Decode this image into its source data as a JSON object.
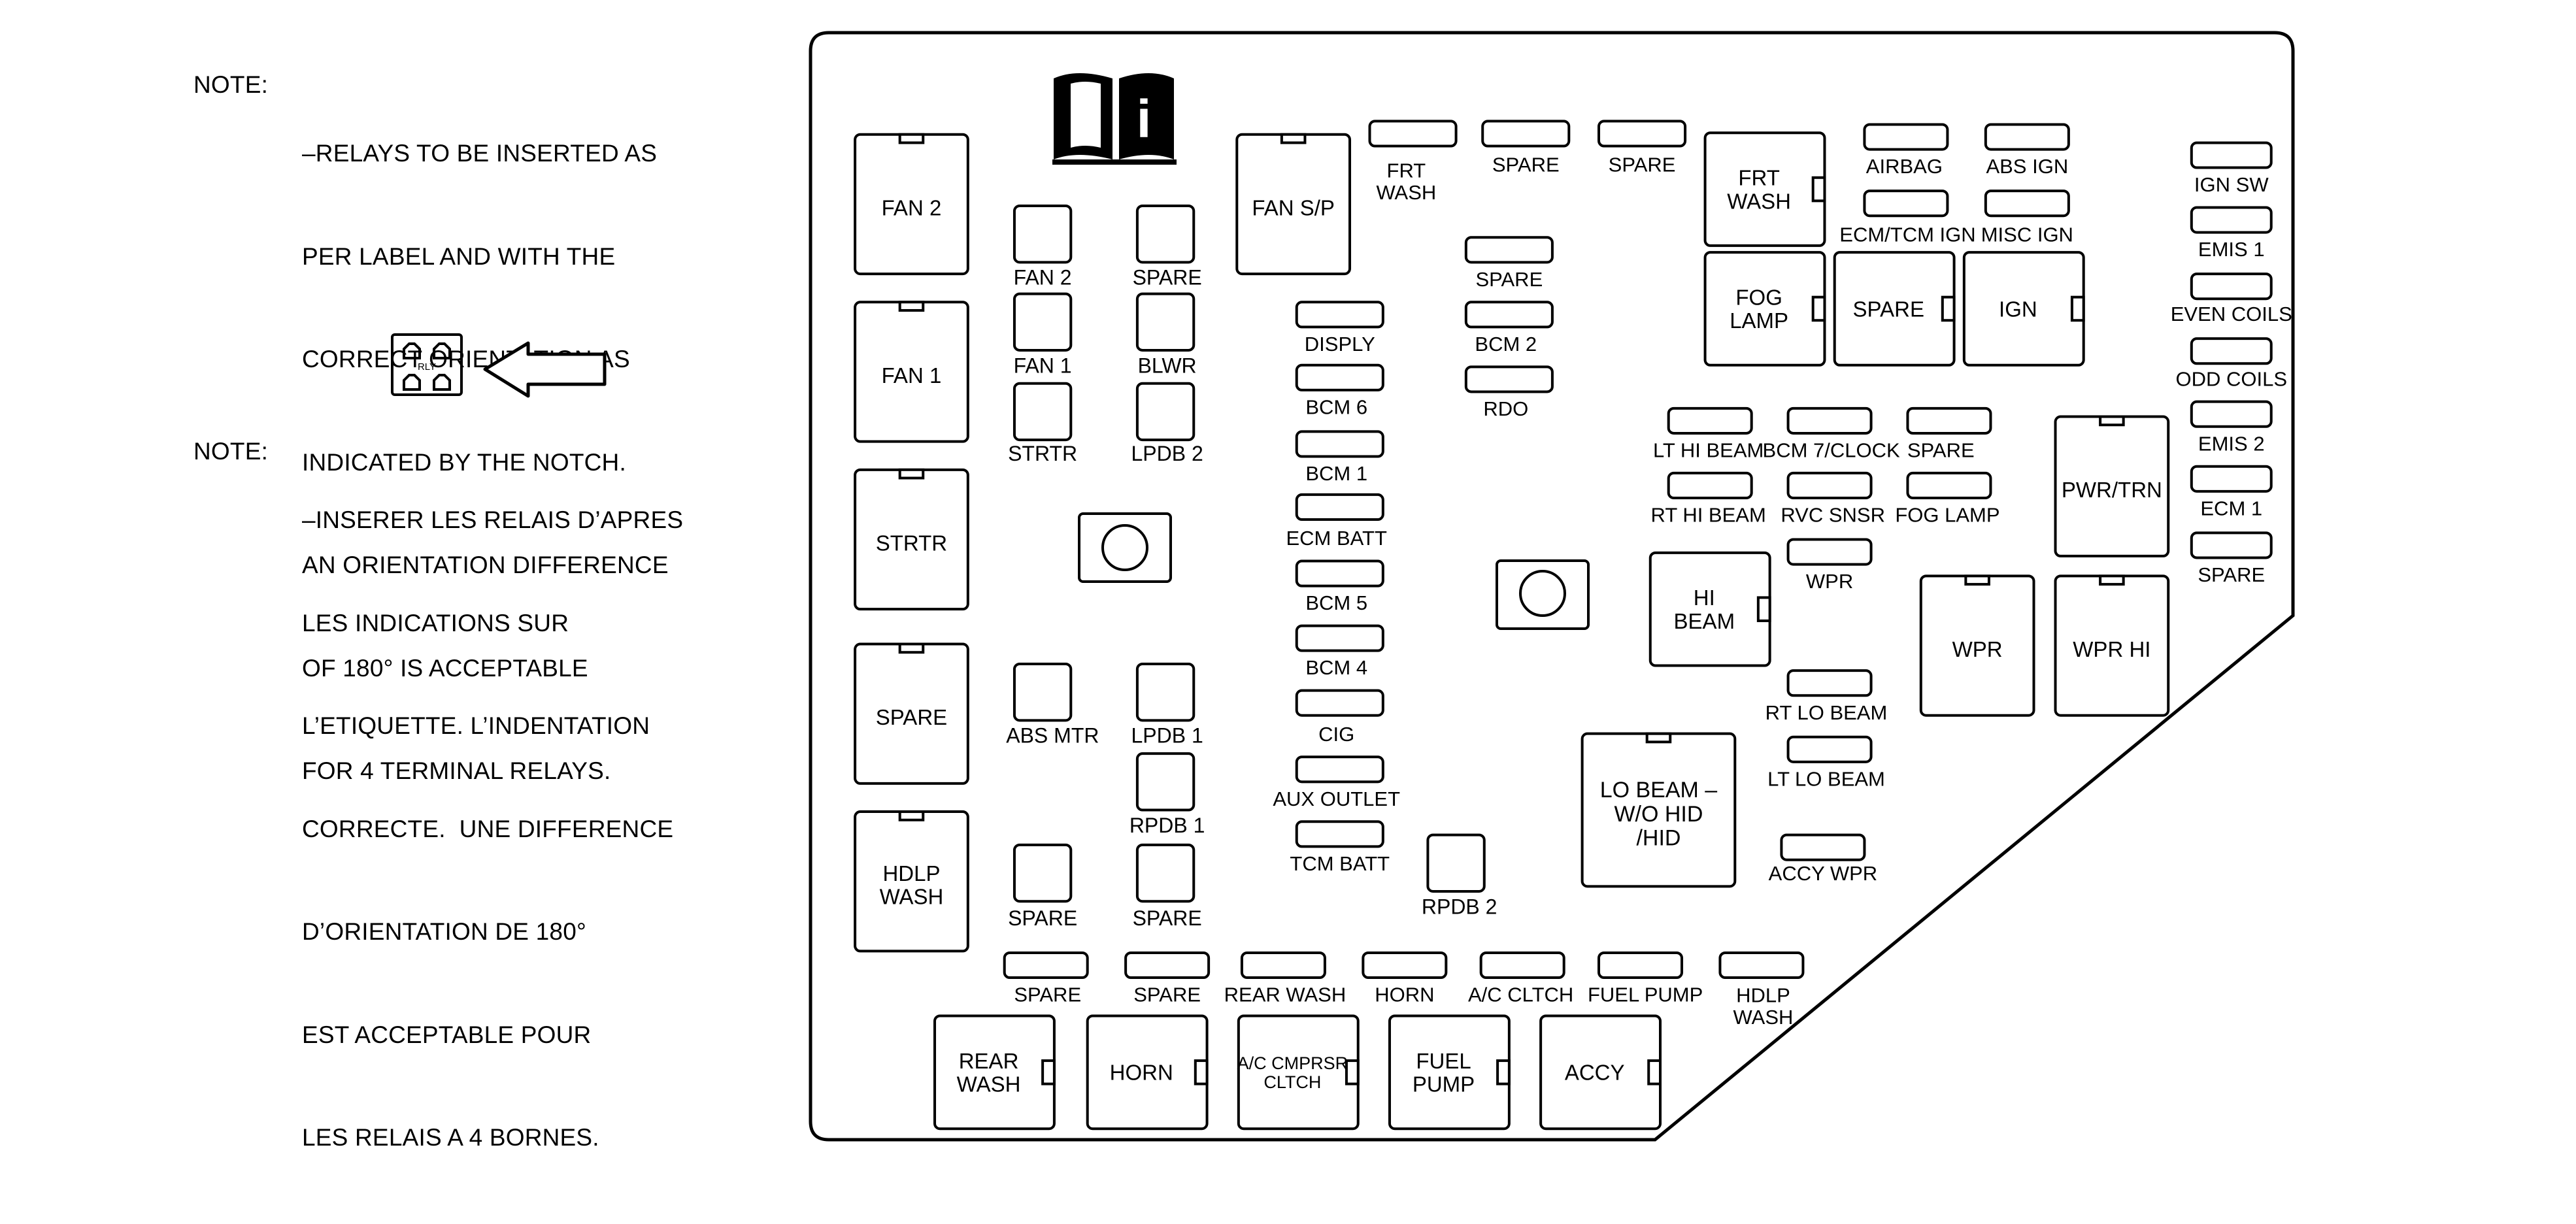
{
  "notes": {
    "english": {
      "heading": "NOTE:",
      "lines": [
        "–RELAYS TO BE INSERTED AS",
        "PER LABEL AND WITH THE",
        "CORRECT ORIENTATION AS",
        "INDICATED BY THE NOTCH.",
        "AN ORIENTATION DIFFERENCE",
        "OF 180° IS ACCEPTABLE",
        "FOR 4 TERMINAL RELAYS."
      ]
    },
    "french": {
      "heading": "NOTE:",
      "lines": [
        "–INSERER LES RELAIS D’APRES",
        "LES INDICATIONS SUR",
        "L’ETIQUETTE. L’INDENTATION",
        "CORRECTE.  UNE DIFFERENCE",
        "D’ORIENTATION DE 180°",
        "EST ACCEPTABLE POUR",
        "LES RELAIS A 4 BORNES."
      ]
    },
    "relay_symbol_text": "RLY"
  },
  "icons": [
    "manual-book-icon",
    "relay-symbol-icon",
    "arrow-left-icon"
  ],
  "relays": [
    {
      "id": "fan2-relay",
      "label": "FAN 2"
    },
    {
      "id": "fan1-relay",
      "label": "FAN 1"
    },
    {
      "id": "strtr-relay",
      "label": "STRTR"
    },
    {
      "id": "spare-relay-left",
      "label": "SPARE"
    },
    {
      "id": "hdlp-wash-relay",
      "label": "HDLP\nWASH"
    },
    {
      "id": "fan-sp-relay",
      "label": "FAN S/P"
    },
    {
      "id": "frt-wash-relay",
      "label": "FRT\nWASH"
    },
    {
      "id": "fog-lamp-relay",
      "label": "FOG\nLAMP"
    },
    {
      "id": "spare-relay-mid",
      "label": "SPARE"
    },
    {
      "id": "ign-relay",
      "label": "IGN"
    },
    {
      "id": "pwr-trn-relay",
      "label": "PWR/TRN"
    },
    {
      "id": "hi-beam-relay",
      "label": "HI\nBEAM"
    },
    {
      "id": "wpr-relay",
      "label": "WPR"
    },
    {
      "id": "wpr-hi-relay",
      "label": "WPR HI"
    },
    {
      "id": "lo-beam-relay",
      "label": "LO BEAM –\nW/O HID\n/HID"
    },
    {
      "id": "rear-wash-relay",
      "label": "REAR\nWASH"
    },
    {
      "id": "horn-relay",
      "label": "HORN"
    },
    {
      "id": "ac-cmprsr-relay",
      "label": "A/C CMPRSR\nCLTCH"
    },
    {
      "id": "fuel-pump-relay",
      "label": "FUEL\nPUMP"
    },
    {
      "id": "accy-relay",
      "label": "ACCY"
    }
  ],
  "square_fuses": [
    {
      "id": "fan2-fuse",
      "label": "FAN 2"
    },
    {
      "id": "spare-fuse-1",
      "label": "SPARE"
    },
    {
      "id": "fan1-fuse",
      "label": "FAN 1"
    },
    {
      "id": "blwr-fuse",
      "label": "BLWR"
    },
    {
      "id": "strtr-fuse",
      "label": "STRTR"
    },
    {
      "id": "lpdb2-fuse",
      "label": "LPDB 2"
    },
    {
      "id": "abs-mtr-fuse",
      "label": "ABS MTR"
    },
    {
      "id": "lpdb1-fuse",
      "label": "LPDB 1"
    },
    {
      "id": "rpdb1-fuse",
      "label": "RPDB 1"
    },
    {
      "id": "spare-fuse-2",
      "label": "SPARE"
    },
    {
      "id": "spare-fuse-3",
      "label": "SPARE"
    },
    {
      "id": "rpdb2-fuse",
      "label": "RPDB 2"
    }
  ],
  "mini_fuses": [
    {
      "id": "disply",
      "label": "DISPLY"
    },
    {
      "id": "bcm6",
      "label": "BCM 6"
    },
    {
      "id": "bcm1",
      "label": "BCM 1"
    },
    {
      "id": "ecm-batt",
      "label": "ECM BATT"
    },
    {
      "id": "bcm5",
      "label": "BCM 5"
    },
    {
      "id": "bcm4",
      "label": "BCM 4"
    },
    {
      "id": "cig",
      "label": "CIG"
    },
    {
      "id": "aux-outlet",
      "label": "AUX OUTLET"
    },
    {
      "id": "tcm-batt",
      "label": "TCM BATT"
    },
    {
      "id": "frt-wash-fuse",
      "label": "FRT\nWASH"
    },
    {
      "id": "spare-top-1",
      "label": "SPARE"
    },
    {
      "id": "spare-top-2",
      "label": "SPARE"
    },
    {
      "id": "spare-col3",
      "label": "SPARE"
    },
    {
      "id": "bcm2",
      "label": "BCM 2"
    },
    {
      "id": "rdo",
      "label": "RDO"
    },
    {
      "id": "airbag",
      "label": "AIRBAG"
    },
    {
      "id": "abs-ign",
      "label": "ABS IGN"
    },
    {
      "id": "ecm-tcm-ign",
      "label": "ECM/TCM IGN"
    },
    {
      "id": "misc-ign",
      "label": "MISC IGN"
    },
    {
      "id": "lt-hi-beam",
      "label": "LT HI BEAM"
    },
    {
      "id": "bcm7-clock",
      "label": "BCM 7/CLOCK"
    },
    {
      "id": "spare-right",
      "label": "SPARE"
    },
    {
      "id": "rt-hi-beam",
      "label": "RT HI BEAM"
    },
    {
      "id": "rvc-snsr",
      "label": "RVC SNSR"
    },
    {
      "id": "fog-lamp-fuse",
      "label": "FOG LAMP"
    },
    {
      "id": "wpr-fuse",
      "label": "WPR"
    },
    {
      "id": "rt-lo-beam",
      "label": "RT LO BEAM"
    },
    {
      "id": "lt-lo-beam",
      "label": "LT LO BEAM"
    },
    {
      "id": "accy-wpr",
      "label": "ACCY WPR"
    },
    {
      "id": "ign-sw",
      "label": "IGN SW"
    },
    {
      "id": "emis1",
      "label": "EMIS 1"
    },
    {
      "id": "even-coils",
      "label": "EVEN COILS"
    },
    {
      "id": "odd-coils",
      "label": "ODD COILS"
    },
    {
      "id": "emis2",
      "label": "EMIS 2"
    },
    {
      "id": "ecm1",
      "label": "ECM 1"
    },
    {
      "id": "spare-far-right",
      "label": "SPARE"
    },
    {
      "id": "spare-bottom-1",
      "label": "SPARE"
    },
    {
      "id": "spare-bottom-2",
      "label": "SPARE"
    },
    {
      "id": "rear-wash-fuse",
      "label": "REAR WASH"
    },
    {
      "id": "horn-fuse",
      "label": "HORN"
    },
    {
      "id": "ac-cltch",
      "label": "A/C CLTCH"
    },
    {
      "id": "fuel-pump-fuse",
      "label": "FUEL PUMP"
    },
    {
      "id": "hdlp-wash-fuse",
      "label": "HDLP\nWASH"
    }
  ]
}
